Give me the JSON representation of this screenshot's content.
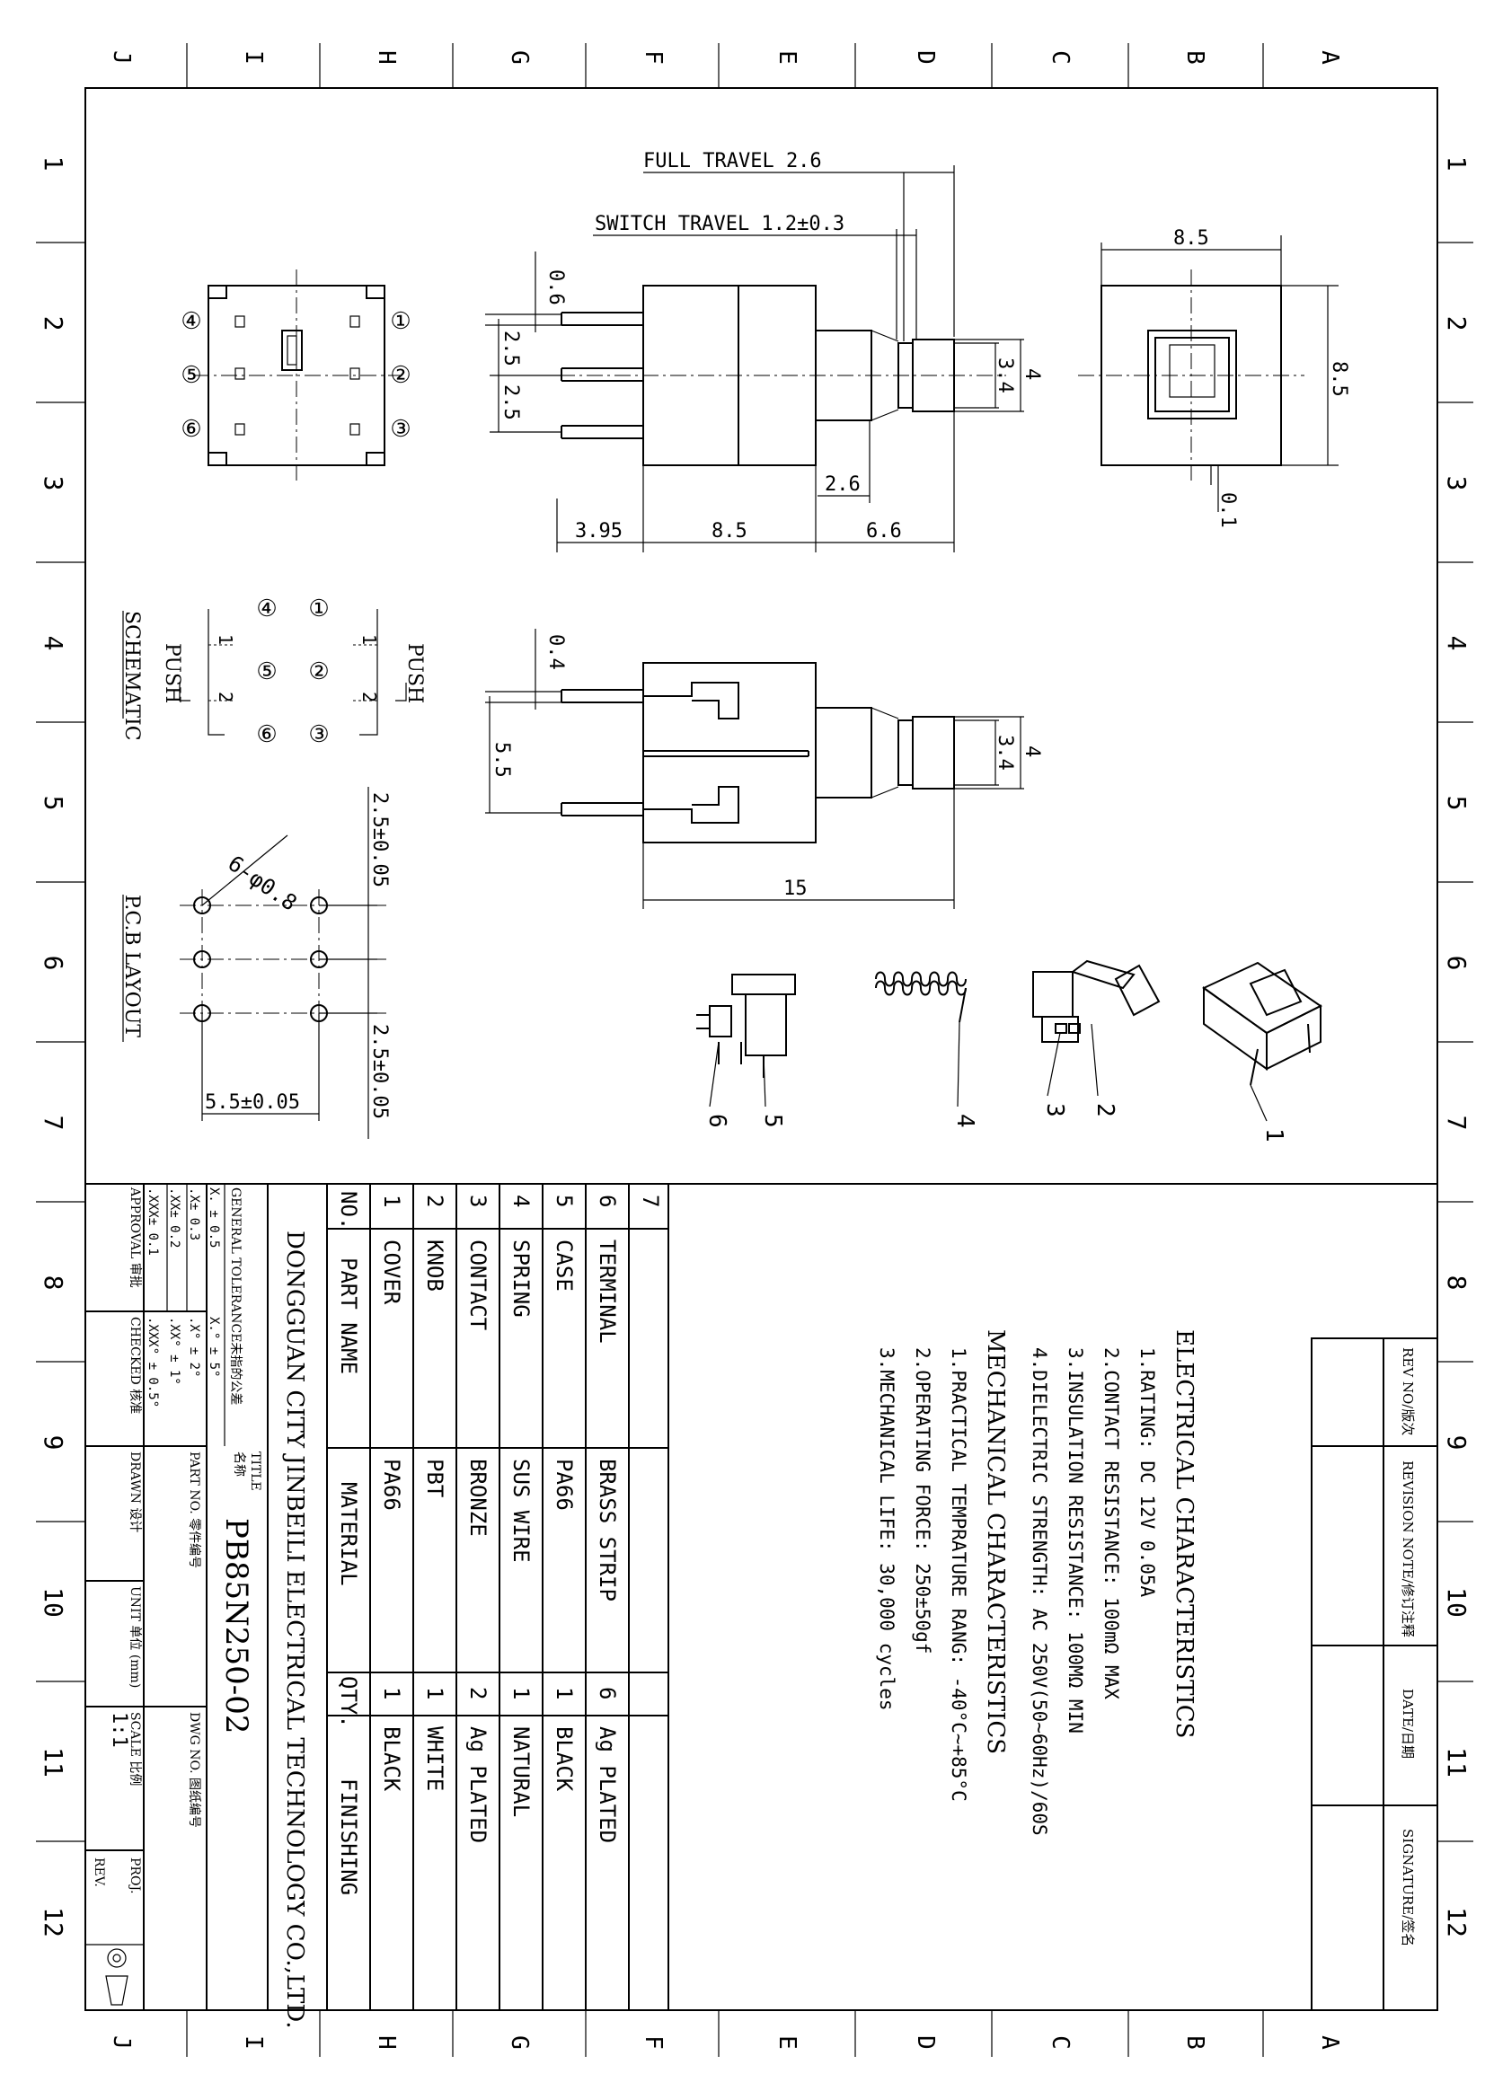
{
  "border": {
    "rows": [
      "J",
      "I",
      "H",
      "G",
      "F",
      "E",
      "D",
      "C",
      "B",
      "A"
    ],
    "cols": [
      "1",
      "2",
      "3",
      "4",
      "5",
      "6",
      "7",
      "8",
      "9",
      "10",
      "11",
      "12"
    ]
  },
  "dimensions": {
    "full_travel": "FULL TRAVEL 2.6",
    "switch_travel": "SWITCH TRAVEL 1.2±0.3",
    "d_06": "0.6",
    "d_25a": "2.5",
    "d_25b": "2.5",
    "d_34a": "3.4",
    "d_4a": "4",
    "d_26": "2.6",
    "d_395": "3.95",
    "d_85a": "8.5",
    "d_66": "6.6",
    "d_85w": "8.5",
    "d_85h": "8.5",
    "d_01": "0.1",
    "d_04": "0.4",
    "d_55": "5.5",
    "d_34b": "3.4",
    "d_4b": "4",
    "d_15": "15",
    "pcb_pitch_top": "2.5±0.05",
    "pcb_pitch_bottom": "2.5±0.05",
    "pcb_width": "5.5±0.05",
    "pcb_hole": "6-φ0.8"
  },
  "pins": [
    "④",
    "⑤",
    "⑥",
    "①",
    "②",
    "③"
  ],
  "schematic": {
    "label": "SCHEMATIC",
    "push_left": "PUSH",
    "push_right": "PUSH",
    "n1": "1",
    "n2": "2",
    "n1b": "1",
    "n2b": "2",
    "pins": [
      "④",
      "⑤",
      "⑥",
      "①",
      "②",
      "③"
    ]
  },
  "pcb_label": "P.C.B LAYOUT",
  "callouts": [
    "6",
    "5",
    "4",
    "3",
    "2",
    "1"
  ],
  "electrical": {
    "heading": "ELECTRICAL CHARACTERISTICS",
    "items": [
      "1.RATING: DC 12V 0.05A",
      "2.CONTACT RESISTANCE: 100mΩ MAX",
      "3.INSULATION RESISTANCE: 100MΩ MIN",
      "4.DIELECTRIC STRENGTH: AC 250V(50~60Hz)/60S"
    ]
  },
  "mechanical": {
    "heading": "MECHANICAL CHARACTERISTICS",
    "items": [
      "1.PRACTICAL TEMPRATURE RANG: -40°C~+85°C",
      "2.OPERATING FORCE: 250±50gf",
      "3.MECHANICAL LIFE: 30,000 cycles"
    ]
  },
  "revision": {
    "headers": [
      "REV NO/版次",
      "REVISION NOTE/修订注释",
      "DATE/日期",
      "SIGNATURE/签名"
    ]
  },
  "bom": {
    "headers": {
      "no": "NO.",
      "part": "PART NAME",
      "material": "MATERIAL",
      "qty": "QTY.",
      "finishing": "FINISHING"
    },
    "rows": [
      {
        "no": "7",
        "part": "",
        "material": "",
        "qty": "",
        "finishing": ""
      },
      {
        "no": "6",
        "part": "TERMINAL",
        "material": "BRASS STRIP",
        "qty": "6",
        "finishing": "Ag PLATED"
      },
      {
        "no": "5",
        "part": "CASE",
        "material": "PA66",
        "qty": "1",
        "finishing": "BLACK"
      },
      {
        "no": "4",
        "part": "SPRING",
        "material": "SUS WIRE",
        "qty": "1",
        "finishing": "NATURAL"
      },
      {
        "no": "3",
        "part": "CONTACT",
        "material": "BRONZE",
        "qty": "2",
        "finishing": "Ag PLATED"
      },
      {
        "no": "2",
        "part": "KNOB",
        "material": "PBT",
        "qty": "1",
        "finishing": "WHITE"
      },
      {
        "no": "1",
        "part": "COVER",
        "material": "PA66",
        "qty": "1",
        "finishing": "BLACK"
      }
    ]
  },
  "title_block": {
    "company": "DONGGUAN CITY JINBEILI ELECTRICAL TECHNOLOGY CO.,LTD.",
    "tolerance_heading": "GENERAL TOLERANCE未指的公差",
    "tol_x": "X. ± 0.5",
    "tol_xang": "X.° ± 5°",
    "tol_xx": ".X± 0.3",
    "tol_xxang": ".X° ± 2°",
    "tol_xxx": ".XX± 0.2",
    "tol_xxxang": ".XX° ± 1°",
    "tol_xxxx": ".XXX± 0.1",
    "tol_xxxxang": ".XXX° ± 0.5°",
    "approval": "APPROVAL 审批",
    "checked": "CHECKED 核准",
    "title_label": "TITLE",
    "title_cn": "名称",
    "title_value": "PB85N250-02",
    "part_no": "PART NO. 零件编号",
    "dwg_no": "DWG NO. 图纸编号",
    "drawn": "DRAWN 设计",
    "unit": "UNIT 单位 (mm)",
    "scale_label": "SCALE 比例",
    "scale_value": "1:1",
    "proj": "PROJ.",
    "rev": "REV."
  }
}
